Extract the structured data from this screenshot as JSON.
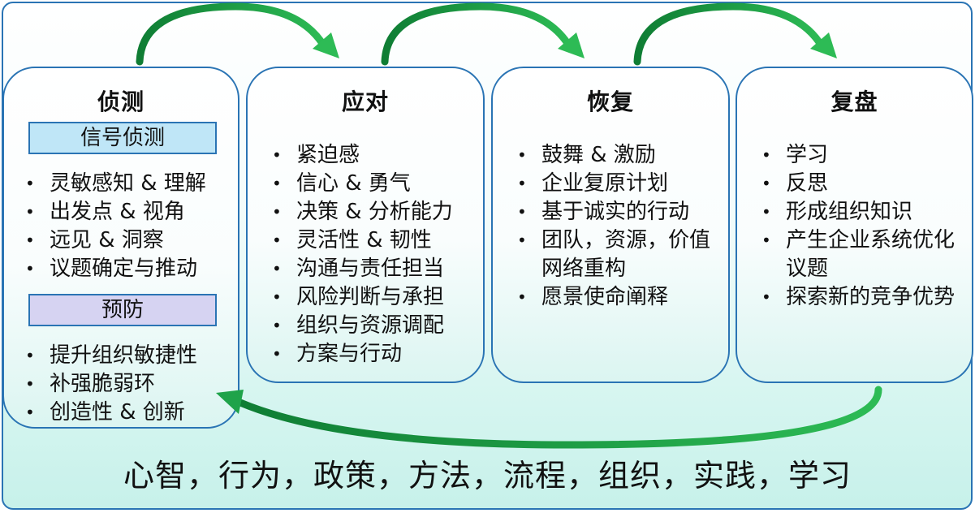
{
  "colors": {
    "border": "#2a74b4",
    "arrow": "#1fa34a",
    "signal_box": "#bfe6f7",
    "prevent_box": "#d6d3f2"
  },
  "panels": {
    "detect": {
      "title": "侦测",
      "signal": {
        "label": "信号侦测",
        "items": [
          "灵敏感知 & 理解",
          "出发点 & 视角",
          "远见 & 洞察",
          "议题确定与推动"
        ]
      },
      "prevent": {
        "label": "预防",
        "items": [
          "提升组织敏捷性",
          "补强脆弱环",
          "创造性 & 创新"
        ]
      }
    },
    "respond": {
      "title": "应对",
      "items": [
        "紧迫感",
        "信心 & 勇气",
        "决策 & 分析能力",
        "灵活性 & 韧性",
        "沟通与责任担当",
        "风险判断与承担",
        "组织与资源调配",
        "方案与行动"
      ]
    },
    "recover": {
      "title": "恢复",
      "items": [
        "鼓舞 & 激励",
        "企业复原计划",
        "基于诚实的行动",
        "团队，资源，价值网络重构",
        "愿景使命阐释"
      ]
    },
    "review": {
      "title": "复盘",
      "items": [
        "学习",
        "反思",
        "形成组织知识",
        "产生企业系统优化议题",
        "探索新的竞争优势"
      ]
    }
  },
  "footer": "心智，行为，政策，方法，流程，组织，实践，学习"
}
